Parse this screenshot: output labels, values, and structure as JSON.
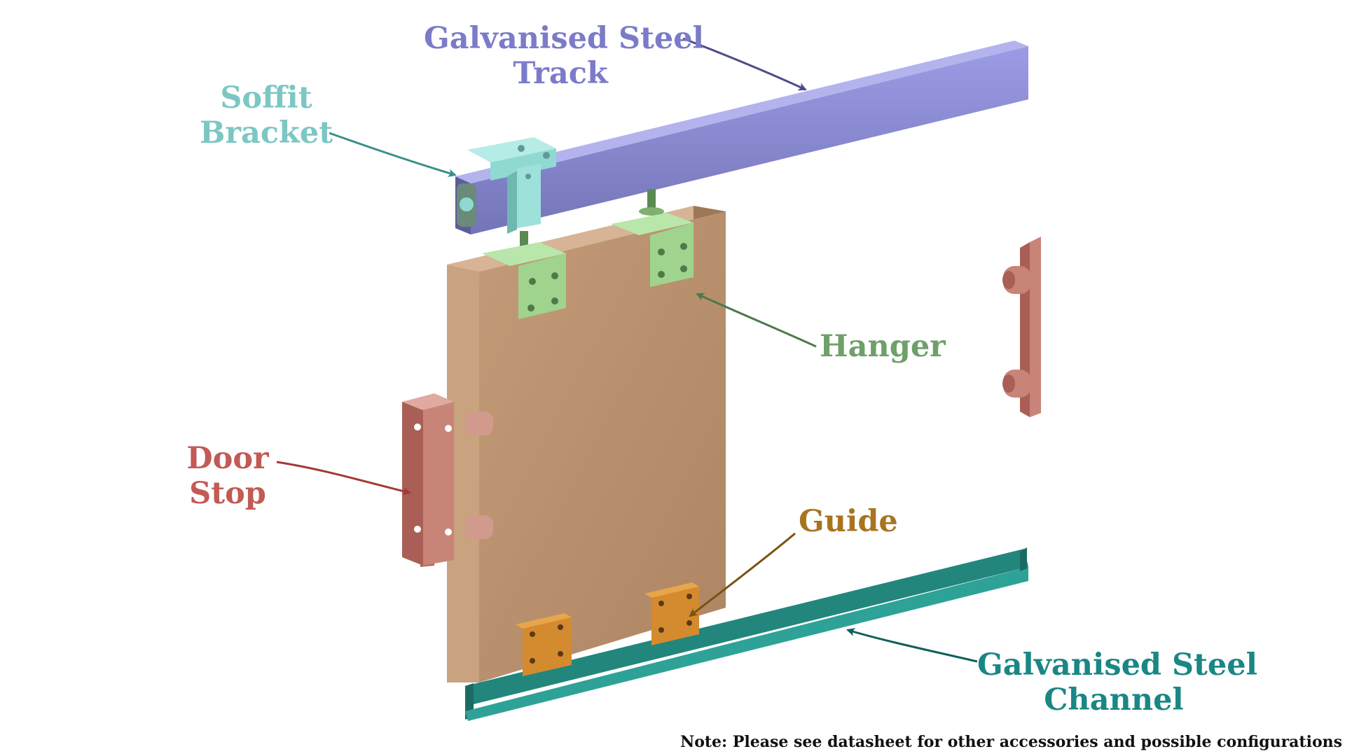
{
  "labels": {
    "track": {
      "lines": [
        "Galvanised Steel",
        "Track"
      ],
      "color": "#7b7bc8"
    },
    "soffit": {
      "lines": [
        "Soffit",
        "Bracket"
      ],
      "color": "#7cc7c3"
    },
    "hanger": {
      "lines": [
        "Hanger"
      ],
      "color": "#6ea06a"
    },
    "stop": {
      "lines": [
        "Door",
        "Stop"
      ],
      "color": "#c25a55"
    },
    "guide": {
      "lines": [
        "Guide"
      ],
      "color": "#a8741f"
    },
    "channel": {
      "lines": [
        "Galvanised Steel",
        "Channel"
      ],
      "color": "#1a8784"
    }
  },
  "note": "Note: Please see datasheet for other accessories and possible configurations",
  "colors": {
    "track": "#8a8ad6",
    "door": "#b8906d",
    "hanger": "#9fd38e",
    "soffit_bracket": "#8fd9d2",
    "door_stop": "#c98478",
    "guide": "#d48a2e",
    "channel": "#22867d"
  }
}
